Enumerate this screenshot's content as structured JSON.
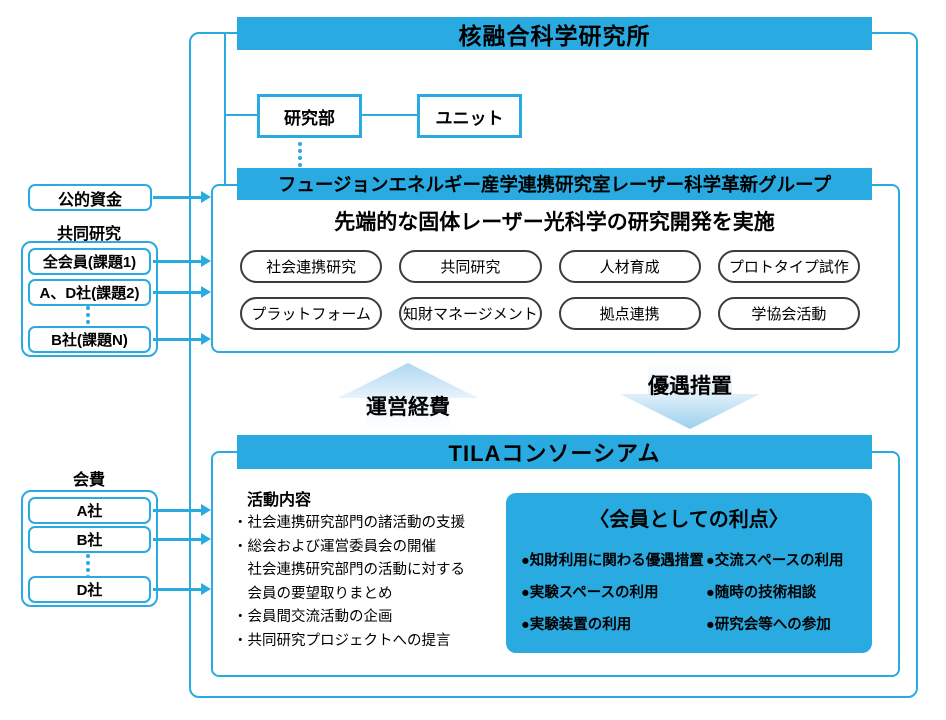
{
  "colors": {
    "primary_blue": "#29abe2",
    "pill_border": "#3c3c3c",
    "flow_arrow_up_gradient": [
      "#aed7f1",
      "#ffffff"
    ],
    "flow_arrow_down_gradient": [
      "#ffffff",
      "#9cd0ee"
    ],
    "text": "#000000"
  },
  "institute": {
    "title": "核融合科学研究所",
    "dept": "研究部",
    "unit": "ユニット"
  },
  "lab": {
    "title": "フュージョンエネルギー産学連携研究室レーザー科学革新グループ",
    "subtitle": "先端的な固体レーザー光科学の研究開発を実施",
    "pills_row1": [
      "社会連携研究",
      "共同研究",
      "人材育成",
      "プロトタイプ試作"
    ],
    "pills_row2": [
      "プラットフォーム",
      "知財マネージメント",
      "拠点連携",
      "学協会活動"
    ]
  },
  "inputs": {
    "public_fund": "公的資金",
    "joint_label": "共同研究",
    "joint_items": [
      "全会員(課題1)",
      "A、D社(課題2)",
      "B社(課題N)"
    ],
    "fee_label": "会費",
    "fee_items": [
      "A社",
      "B社",
      "D社"
    ]
  },
  "flows": {
    "up": "運営経費",
    "down": "優遇措置"
  },
  "consortium": {
    "title": "TILAコンソーシアム",
    "activities_heading": "活動内容",
    "activities": [
      "・社会連携研究部門の諸活動の支援",
      "・総会および運営委員会の開催",
      "　社会連携研究部門の活動に対する",
      "　会員の要望取りまとめ",
      "・会員間交流活動の企画",
      "・共同研究プロジェクトへの提言"
    ],
    "benefits_title": "〈会員としての利点〉",
    "benefits_col1": [
      "●知財利用に関わる優遇措置",
      "●実験スペースの利用",
      "●実験装置の利用"
    ],
    "benefits_col2": [
      "●交流スペースの利用",
      "●随時の技術相談",
      "●研究会等への参加"
    ]
  }
}
